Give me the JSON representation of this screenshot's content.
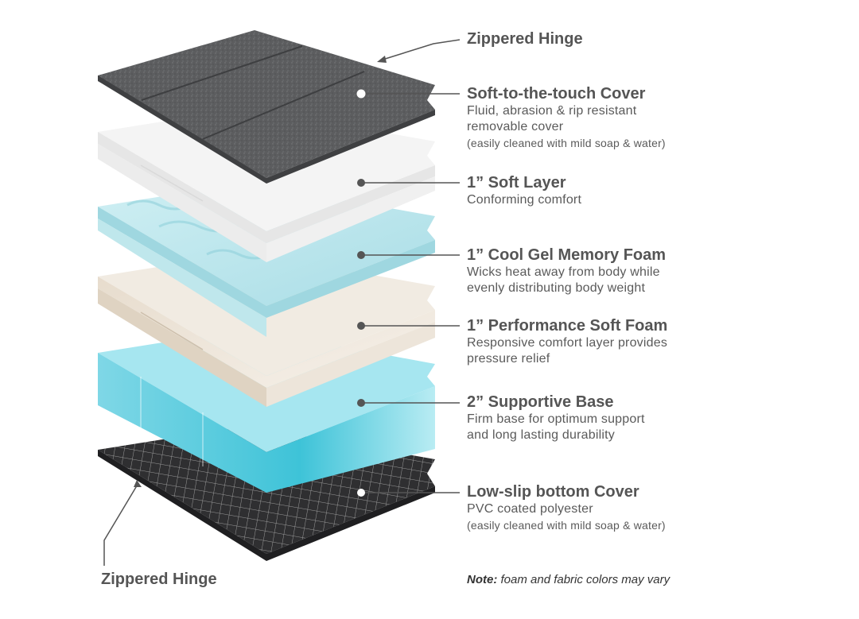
{
  "hinge_top": "Zippered Hinge",
  "hinge_bottom": "Zippered Hinge",
  "layers": [
    {
      "title": "Soft-to-the-touch Cover",
      "lines": [
        "Fluid, abrasion & rip resistant",
        "removable cover"
      ],
      "small": "(easily cleaned with mild soap & water)"
    },
    {
      "title": "1” Soft Layer",
      "lines": [
        "Conforming comfort"
      ]
    },
    {
      "title": "1” Cool Gel Memory Foam",
      "lines": [
        "Wicks heat away from body while",
        "evenly distributing body weight"
      ]
    },
    {
      "title": "1” Performance Soft Foam",
      "lines": [
        "Responsive comfort layer provides",
        "pressure relief"
      ]
    },
    {
      "title": "2” Supportive Base",
      "lines": [
        "Firm base for optimum support",
        "and long lasting durability"
      ]
    },
    {
      "title": "Low-slip bottom Cover",
      "lines": [
        "PVC coated polyester"
      ],
      "small": "(easily cleaned with mild soap & water)"
    }
  ],
  "note": {
    "prefix": "Note:",
    "text": " foam and fabric colors may vary"
  },
  "colors": {
    "cover_top": "#5a5b5d",
    "soft_layer": "#f2f2f2",
    "gel_foam": "#bfe7ec",
    "perf_foam": "#ece3d6",
    "base": "#6fd2e3",
    "bottom_cover": "#2f2f31",
    "text": "#555555"
  }
}
